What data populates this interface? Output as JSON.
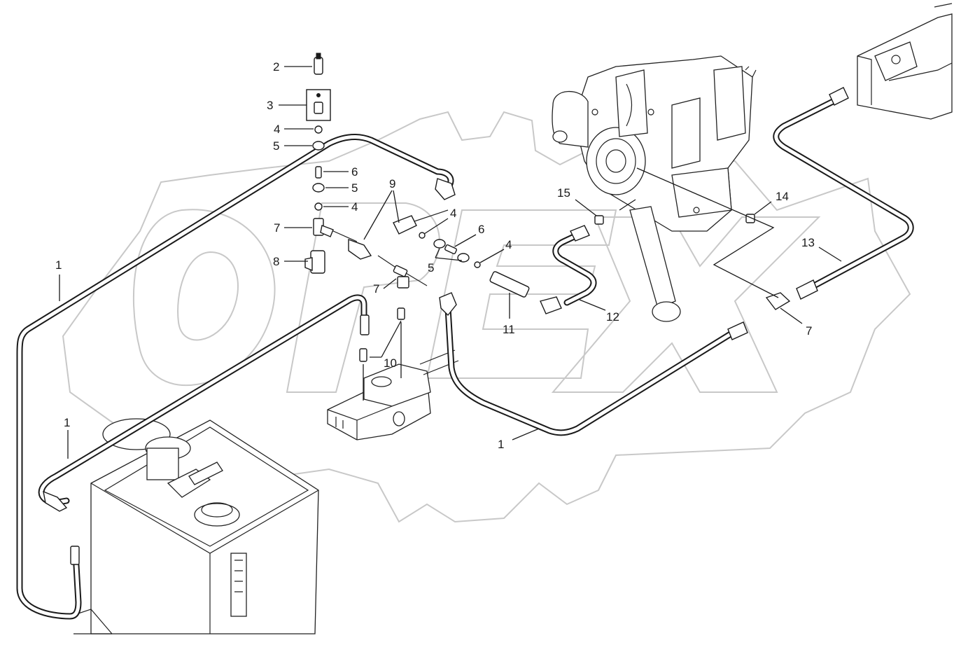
{
  "callouts": [
    {
      "id": "c2",
      "text": "2"
    },
    {
      "id": "c3",
      "text": "3"
    },
    {
      "id": "c4a",
      "text": "4"
    },
    {
      "id": "c5a",
      "text": "5"
    },
    {
      "id": "c6a",
      "text": "6"
    },
    {
      "id": "c5b",
      "text": "5"
    },
    {
      "id": "c4b",
      "text": "4"
    },
    {
      "id": "c7a",
      "text": "7"
    },
    {
      "id": "c8",
      "text": "8"
    },
    {
      "id": "c9",
      "text": "9"
    },
    {
      "id": "c4c",
      "text": "4"
    },
    {
      "id": "c6b",
      "text": "6"
    },
    {
      "id": "c4d",
      "text": "4"
    },
    {
      "id": "c5c",
      "text": "5"
    },
    {
      "id": "c7b",
      "text": "7"
    },
    {
      "id": "c10",
      "text": "10"
    },
    {
      "id": "c11",
      "text": "11"
    },
    {
      "id": "c12",
      "text": "12"
    },
    {
      "id": "c15",
      "text": "15"
    },
    {
      "id": "c14",
      "text": "14"
    },
    {
      "id": "c13",
      "text": "13"
    },
    {
      "id": "c7c",
      "text": "7"
    },
    {
      "id": "c1a",
      "text": "1"
    },
    {
      "id": "c1b",
      "text": "1"
    },
    {
      "id": "c1c",
      "text": "1"
    }
  ],
  "watermark_icon": "opex-gear-logo",
  "colors": {
    "line": "#1a1a1a",
    "watermark": "#c8c8c8",
    "background": "#ffffff"
  }
}
